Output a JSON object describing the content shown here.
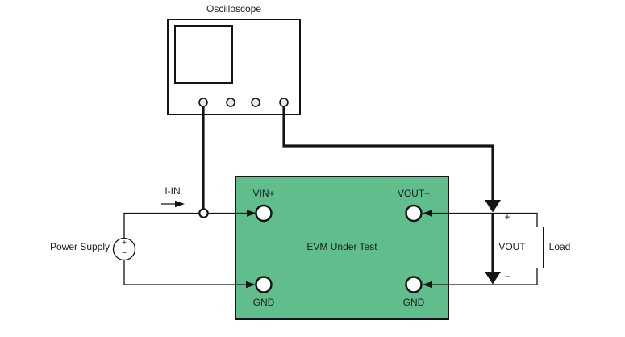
{
  "diagram": {
    "oscilloscope": {
      "label": "Oscilloscope"
    },
    "power_supply": {
      "label": "Power Supply",
      "plus": "+",
      "minus": "−"
    },
    "input": {
      "current_label": "I-IN"
    },
    "evm": {
      "label": "EVM Under Test",
      "vin_plus": "VIN+",
      "vout_plus": "VOUT+",
      "gnd_left": "GND",
      "gnd_right": "GND"
    },
    "output": {
      "plus": "+",
      "minus": "−",
      "vout_label": "VOUT",
      "load_label": "Load"
    },
    "colors": {
      "background": "#ffffff",
      "evm_fill": "#5FBE8C",
      "wire": "#141414",
      "text": "#1c1c1c",
      "connector_fill": "#e9e9e9"
    }
  }
}
